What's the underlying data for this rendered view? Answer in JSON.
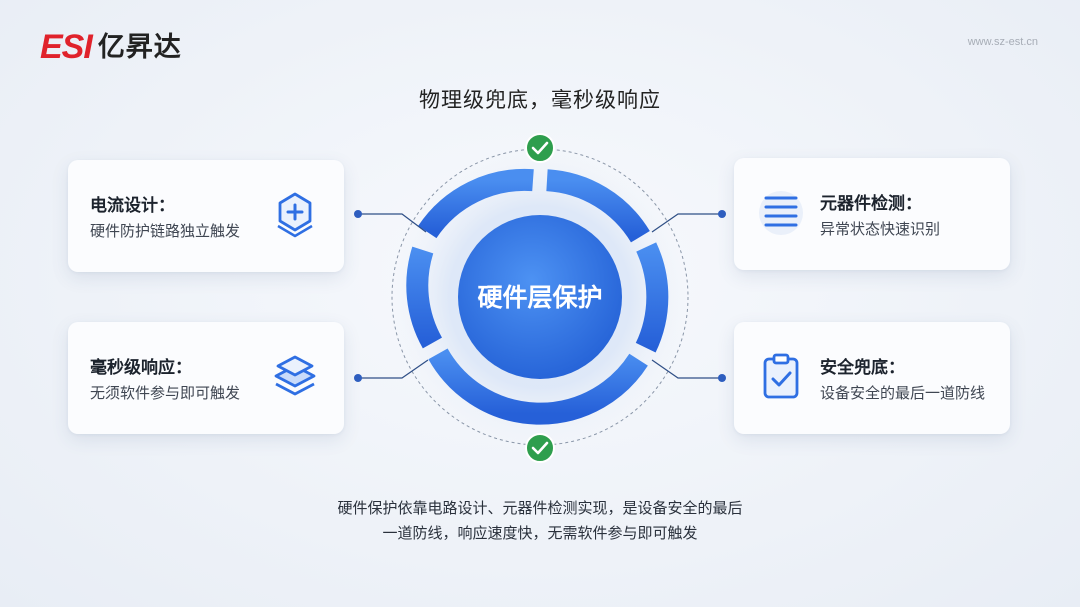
{
  "brand": {
    "logo_mark": "ESI",
    "logo_text": "亿昇达",
    "website": "www.sz-est.cn"
  },
  "headline": "物理级兜底，毫秒级响应",
  "center_label": "硬件层保护",
  "cards": {
    "top_left": {
      "title": "电流设计：",
      "desc": "硬件防护链路独立触发",
      "icon": "shield-plus-icon"
    },
    "bottom_left": {
      "title": "毫秒级响应：",
      "desc": "无须软件参与即可触发",
      "icon": "layers-icon"
    },
    "top_right": {
      "title": "元器件检测：",
      "desc": "异常状态快速识别",
      "icon": "list-icon"
    },
    "bottom_right": {
      "title": "安全兜底：",
      "desc": "设备安全的最后一道防线",
      "icon": "clipboard-check-icon"
    }
  },
  "caption": {
    "line1": "硬件保护依靠电路设计、元器件检测实现，是设备安全的最后",
    "line2": "一道防线，响应速度快，无需软件参与即可触发"
  },
  "colors": {
    "primary": "#2f6fe3",
    "primary_light": "#4a8ef0",
    "check_green": "#2e9e4d",
    "logo_red": "#e0222b"
  }
}
